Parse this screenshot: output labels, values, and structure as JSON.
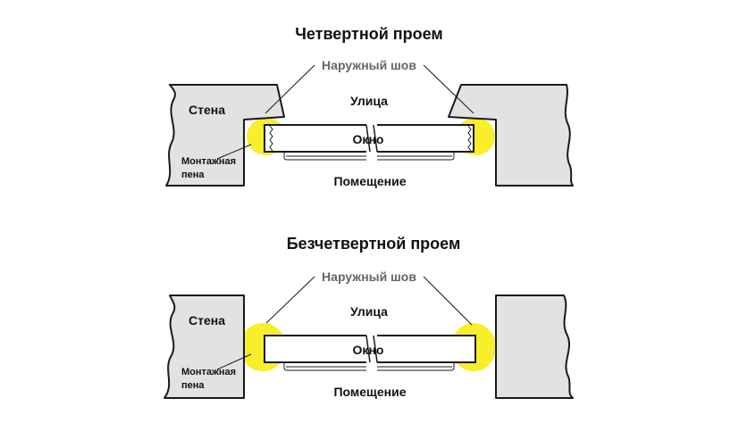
{
  "diagram1": {
    "title": "Четвертной проем",
    "outer_seam": "Наружный шов",
    "street": "Улица",
    "window": "Окно",
    "room": "Помещение",
    "wall": "Стена",
    "foam_line1": "Монтажная",
    "foam_line2": "пена"
  },
  "diagram2": {
    "title": "Безчетвертной проем",
    "outer_seam": "Наружный шов",
    "street": "Улица",
    "window": "Окно",
    "room": "Помещение",
    "wall": "Стена",
    "foam_line1": "Монтажная",
    "foam_line2": "пена"
  },
  "colors": {
    "foam": "#f8ee2a",
    "wall": "#e2e2e2",
    "seam_label": "#666666"
  }
}
